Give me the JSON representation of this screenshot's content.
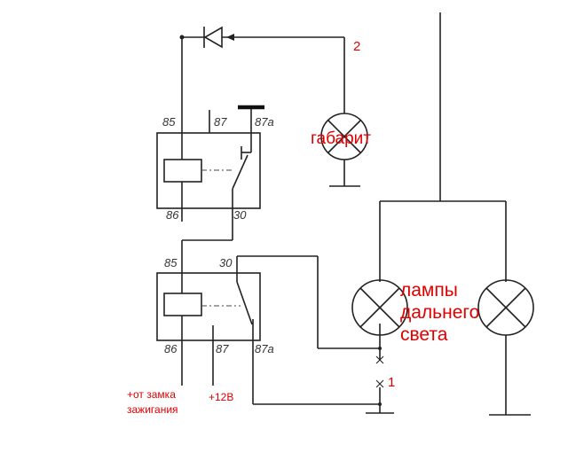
{
  "relay_top": {
    "pin_85": "85",
    "pin_87": "87",
    "pin_87a": "87a",
    "pin_86": "86",
    "pin_30": "30"
  },
  "relay_bottom": {
    "pin_85": "85",
    "pin_30": "30",
    "pin_86": "86",
    "pin_87": "87",
    "pin_87a": "87a"
  },
  "labels": {
    "parking_lamp": "габарит",
    "high_beam_line1": "лампы",
    "high_beam_line2": "дальнего",
    "high_beam_line3": "света",
    "ignition_line1": "+от замка",
    "ignition_line2": "зажигания",
    "plus_12v": "+12В",
    "node_1": "1",
    "node_2": "2"
  },
  "colors": {
    "wire": "#222222",
    "label_red": "#e00000"
  }
}
